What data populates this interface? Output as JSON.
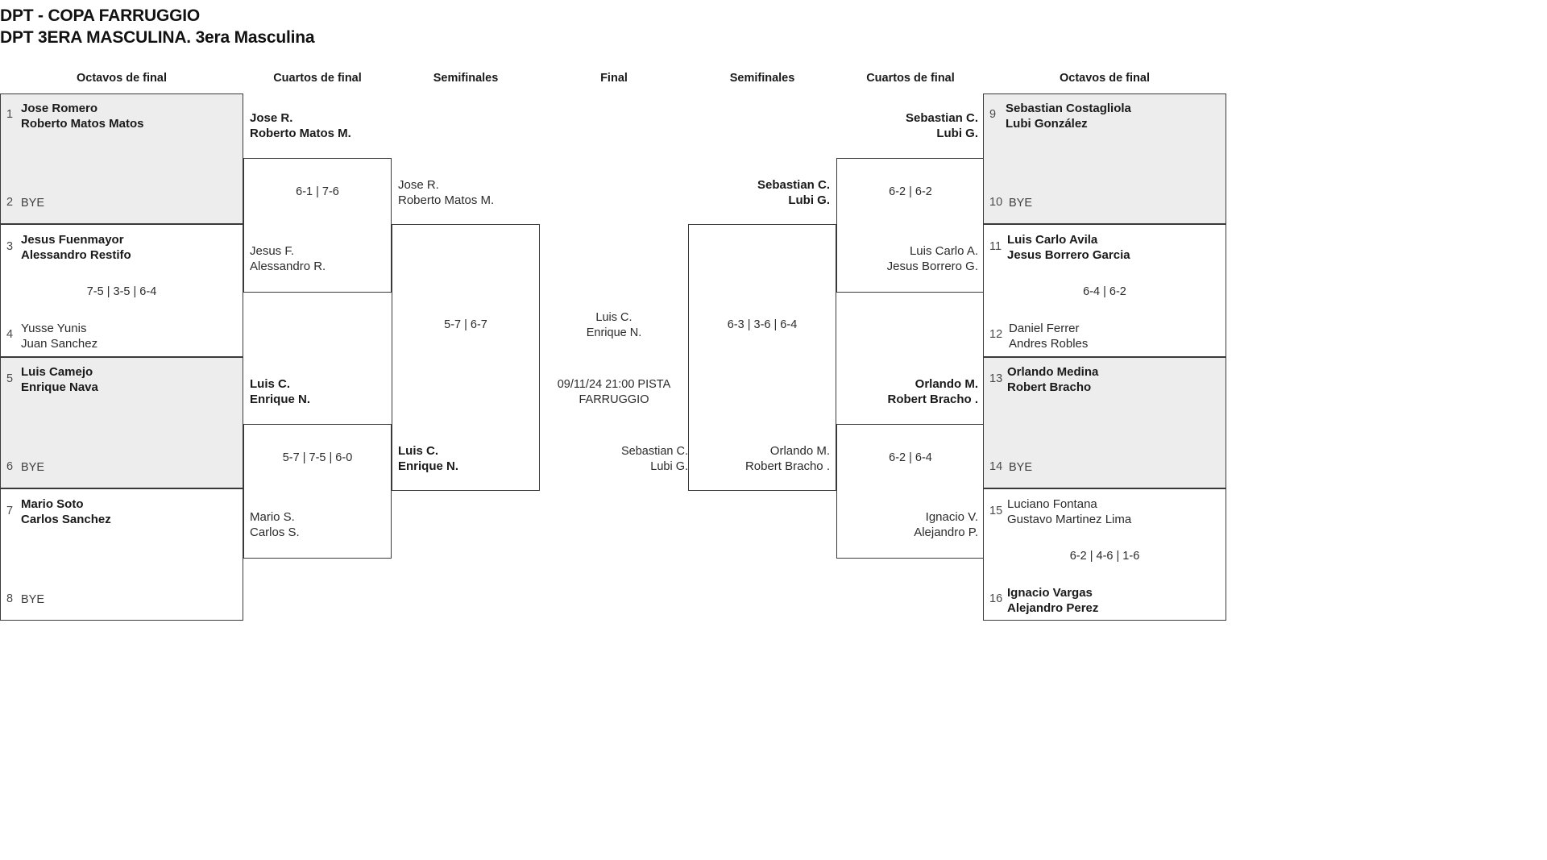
{
  "title": {
    "line1": "DPT - COPA FARRUGGIO",
    "line2": "DPT 3ERA MASCULINA. 3era Masculina"
  },
  "round_headers": {
    "left_r16": "Octavos de final",
    "left_qf": "Cuartos de final",
    "left_sf": "Semifinales",
    "final": "Final",
    "right_sf": "Semifinales",
    "right_qf": "Cuartos de final",
    "right_r16": "Octavos de final"
  },
  "left": {
    "r16": [
      {
        "seed": "1",
        "p1": "Jose Romero",
        "p2": "Roberto Matos Matos",
        "result": "win",
        "shaded": true
      },
      {
        "seed": "2",
        "p1": "BYE",
        "p2": "",
        "result": "bye",
        "shaded": true
      },
      {
        "seed": "3",
        "p1": "Jesus Fuenmayor",
        "p2": "Alessandro Restifo",
        "result": "win",
        "shaded": false
      },
      {
        "seed": "4",
        "p1": "Yusse Yunis",
        "p2": "Juan Sanchez",
        "result": "lose",
        "shaded": false
      },
      {
        "seed": "5",
        "p1": "Luis Camejo",
        "p2": "Enrique Nava",
        "result": "win",
        "shaded": true
      },
      {
        "seed": "6",
        "p1": "BYE",
        "p2": "",
        "result": "bye",
        "shaded": true
      },
      {
        "seed": "7",
        "p1": "Mario Soto",
        "p2": "Carlos Sanchez",
        "result": "win",
        "shaded": false
      },
      {
        "seed": "8",
        "p1": "BYE",
        "p2": "",
        "result": "bye",
        "shaded": false
      }
    ],
    "r16_scores": {
      "m1": "",
      "m2": "7-5 | 3-5 | 6-4",
      "m3": "",
      "m4": ""
    },
    "qf": [
      {
        "p1": "Jose R.",
        "p2": "Roberto Matos M.",
        "result": "win"
      },
      {
        "p1": "Jesus F.",
        "p2": "Alessandro R.",
        "result": "lose"
      },
      {
        "p1": "Luis C.",
        "p2": "Enrique N.",
        "result": "win"
      },
      {
        "p1": "Mario S.",
        "p2": "Carlos S.",
        "result": "lose"
      }
    ],
    "qf_scores": {
      "m1": "6-1 | 7-6",
      "m2": "5-7 | 7-5 | 6-0"
    },
    "sf": [
      {
        "p1": "Jose R.",
        "p2": "Roberto Matos M.",
        "result": "lose"
      },
      {
        "p1": "Luis C.",
        "p2": "Enrique N.",
        "result": "win"
      }
    ],
    "sf_scores": {
      "m1": "5-7 | 6-7"
    }
  },
  "final": {
    "top": {
      "p1": "Luis C.",
      "p2": "Enrique N."
    },
    "schedule_line1": "09/11/24 21:00 PISTA",
    "schedule_line2": "FARRUGGIO",
    "bottom": {
      "p1": "Sebastian C.",
      "p2": "Lubi G."
    }
  },
  "right": {
    "r16": [
      {
        "seed": "9",
        "p1": "Sebastian Costagliola",
        "p2": "Lubi González",
        "result": "win",
        "shaded": true
      },
      {
        "seed": "10",
        "p1": "BYE",
        "p2": "",
        "result": "bye",
        "shaded": true
      },
      {
        "seed": "11",
        "p1": "Luis Carlo Avila",
        "p2": "Jesus Borrero Garcia",
        "result": "win",
        "shaded": false
      },
      {
        "seed": "12",
        "p1": "Daniel Ferrer",
        "p2": "Andres Robles",
        "result": "lose",
        "shaded": false
      },
      {
        "seed": "13",
        "p1": "Orlando Medina",
        "p2": "Robert Bracho",
        "result": "win",
        "shaded": true
      },
      {
        "seed": "14",
        "p1": "BYE",
        "p2": "",
        "result": "bye",
        "shaded": true
      },
      {
        "seed": "15",
        "p1": "Luciano Fontana",
        "p2": "Gustavo Martinez Lima",
        "result": "lose",
        "shaded": false
      },
      {
        "seed": "16",
        "p1": "Ignacio Vargas",
        "p2": "Alejandro Perez",
        "result": "win",
        "shaded": false
      }
    ],
    "r16_scores": {
      "m1": "",
      "m2": "6-4 | 6-2",
      "m3": "",
      "m4": "6-2 | 4-6 | 1-6"
    },
    "qf": [
      {
        "p1": "Sebastian C.",
        "p2": "Lubi G.",
        "result": "win"
      },
      {
        "p1": "Luis Carlo A.",
        "p2": "Jesus Borrero G.",
        "result": "lose"
      },
      {
        "p1": "Orlando M.",
        "p2": "Robert Bracho .",
        "result": "win"
      },
      {
        "p1": "Ignacio V.",
        "p2": "Alejandro P.",
        "result": "lose"
      }
    ],
    "qf_scores": {
      "m1": "6-2 | 6-2",
      "m2": "6-2 | 6-4"
    },
    "sf": [
      {
        "p1": "Sebastian C.",
        "p2": "Lubi G.",
        "result": "win"
      },
      {
        "p1": "Orlando M.",
        "p2": "Robert Bracho .",
        "result": "lose"
      }
    ],
    "sf_scores": {
      "m1": "6-3 | 3-6 | 6-4"
    }
  }
}
